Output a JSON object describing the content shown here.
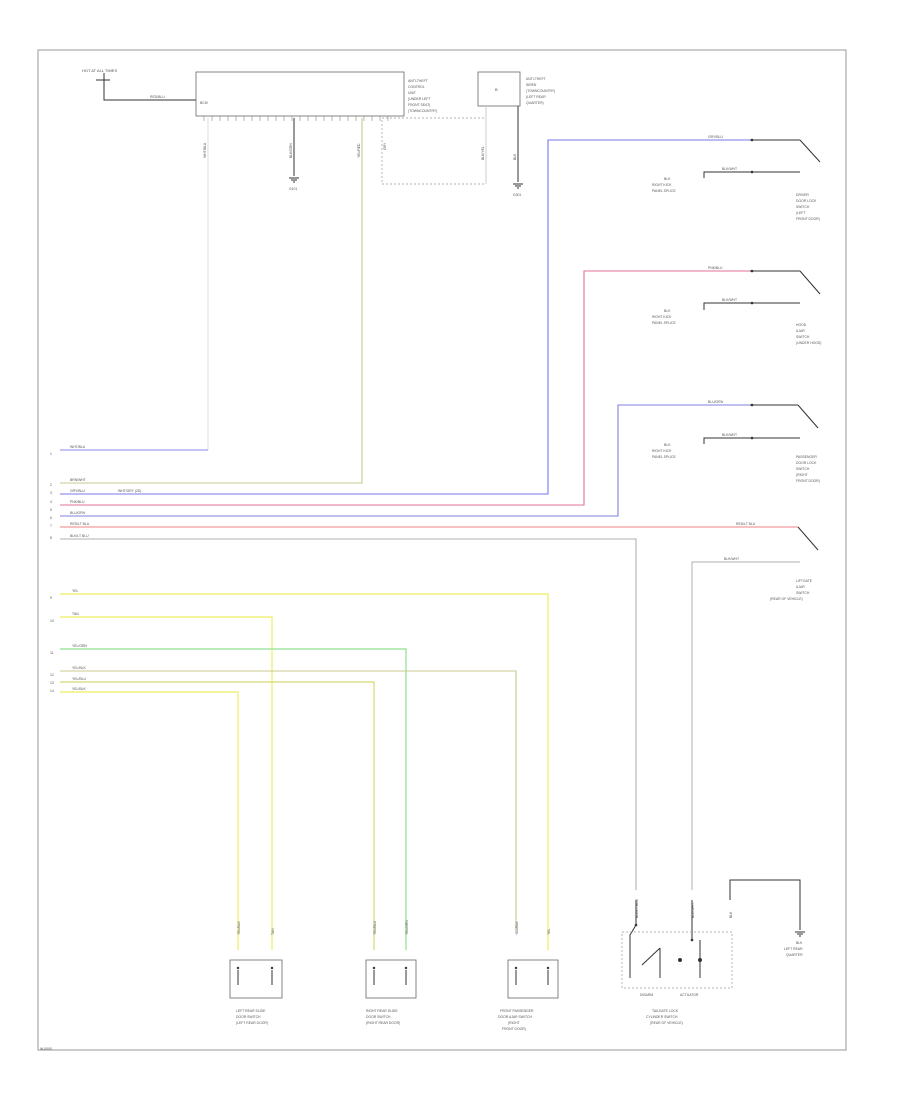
{
  "colors": {
    "blue": "#7777ee",
    "red": "#f08080",
    "pink": "#e07090",
    "yellow": "#eeee60",
    "green": "#90e090",
    "olive": "#c8c890",
    "gray": "#b0b0b0",
    "black": "#333333"
  },
  "top": {
    "fuse_label": "HOT AT ALL TIMES",
    "fuse_wire": "RED/BLU",
    "module_inner": "BCM",
    "module_desc": [
      "ANTI-THEFT",
      "CONTROL",
      "UNIT",
      "(UNDER LEFT",
      "FRONT SEAT)",
      "(TOWNCOUNTRY)"
    ],
    "siren_symbol": "B",
    "siren_desc": [
      "ANTI-THEFT",
      "SIREN",
      "(TOWNCOUNTRY)",
      "(LEFT REAR",
      "QUARTER)"
    ],
    "wire_labels": [
      "WHT/BLU",
      "BLK/GRN",
      "YEL/RED",
      "GRY",
      "BLK/YEL",
      "BLK"
    ],
    "grounds": [
      "G101",
      "G301"
    ]
  },
  "left_pins": [
    "1",
    "2",
    "3",
    "4",
    "5",
    "6",
    "7",
    "8",
    "9",
    "10",
    "11",
    "12",
    "13",
    "14"
  ],
  "wires": {
    "w1": "WHT/BLU",
    "w2": "BRN/WHT",
    "w3": "GRY/BLU",
    "w3b": "WHT/GRY (2D)",
    "w4": "PNK/BLU",
    "w5": "BLU/GRN",
    "w6": "RED/LT BLU",
    "w7": "BLK/LT BLU",
    "w8": "YEL",
    "w9": "TAN",
    "w10": "YEL/GRN",
    "w11": "YEL/BLK",
    "w12": "YEL/BLU",
    "w13": "YEL/BLK"
  },
  "switches": [
    {
      "wire_top": "GRY/BLU",
      "wire_bot": "BLK/WHT",
      "gnd": [
        "BLK",
        "RIGHT KICK",
        "PANEL SPLICE"
      ],
      "desc": [
        "DRIVER",
        "DOOR LOCK",
        "SWITCH",
        "(LEFT",
        "FRONT DOOR)"
      ]
    },
    {
      "wire_top": "PNK/BLU",
      "wire_bot": "BLK/WHT",
      "gnd": [
        "BLK",
        "RIGHT KICK",
        "PANEL SPLICE"
      ],
      "desc": [
        "HOOD",
        "AJAR",
        "SWITCH",
        "(UNDER HOOD)"
      ]
    },
    {
      "wire_top": "BLU/GRN",
      "wire_bot": "BLK/WHT",
      "gnd": [
        "BLK",
        "RIGHT KICK",
        "PANEL SPLICE"
      ],
      "desc": [
        "PASSENGER",
        "DOOR LOCK",
        "SWITCH",
        "(RIGHT",
        "FRONT DOOR)"
      ]
    },
    {
      "wire_top": "RED/LT BLU",
      "wire_bot": "BLK/WHT",
      "gnd": [],
      "desc": [
        "LIFTGATE",
        "AJAR",
        "SWITCH",
        "(REAR OF VEHICLE)"
      ]
    }
  ],
  "bottom": {
    "connectors": [
      {
        "wires": [
          "YEL/BLK",
          "TAN"
        ],
        "desc": [
          "LEFT REAR SLIDE",
          "DOOR SWITCH",
          "(LEFT REAR DOOR)"
        ]
      },
      {
        "wires": [
          "YEL/BLU",
          "YEL/GRN"
        ],
        "desc": [
          "RIGHT REAR SLIDE",
          "DOOR SWITCH",
          "(RIGHT REAR DOOR)"
        ]
      },
      {
        "wires": [
          "YEL/BLK",
          "YEL"
        ],
        "desc": [
          "FRONT PASSENGER",
          "DOOR AJAR SWITCH",
          "(RIGHT",
          "FRONT DOOR)"
        ]
      }
    ],
    "actuator_wires": [
      "BLK/LT BLU",
      "BLK/WHT",
      "BLK"
    ],
    "actuator_labels": [
      "DISARM",
      "ACTUATOR"
    ],
    "actuator_desc": [
      "TAILGATE LOCK",
      "CYLINDER SWITCH",
      "(REAR OF VEHICLE)"
    ],
    "ground_desc": [
      "BLK",
      "LEFT REAR",
      "QUARTER"
    ],
    "footer": "W-0000"
  }
}
